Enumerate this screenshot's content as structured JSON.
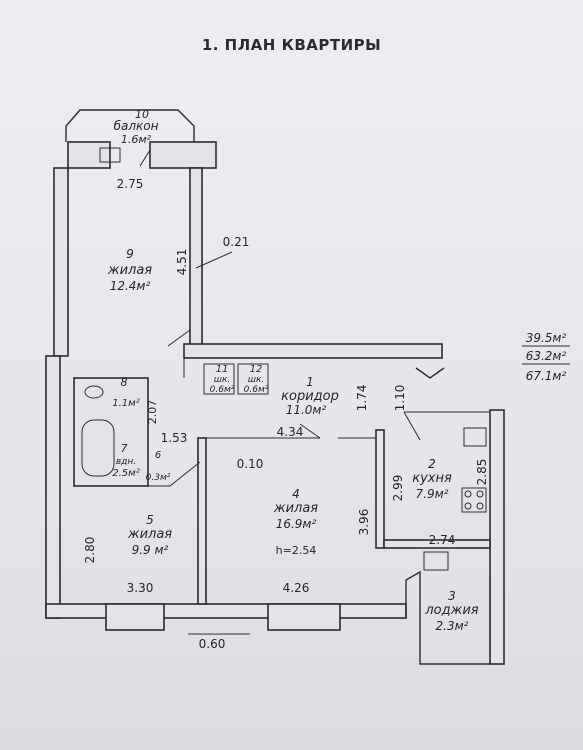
{
  "title": "1. ПЛАН КВАРТИРЫ",
  "summary": {
    "living": "39.5м²",
    "total": "63.2м²",
    "total_with_balcony": "67.1м²"
  },
  "rooms": [
    {
      "num": "10",
      "name": "балкон",
      "area": "1.6м²"
    },
    {
      "num": "9",
      "name": "жилая",
      "area": "12.4м²"
    },
    {
      "num": "8",
      "name": "",
      "area": "1.1м²"
    },
    {
      "num": "7",
      "name": "вдн.",
      "area": "2.5м²"
    },
    {
      "num": "6",
      "name": "",
      "area": "0.3м²"
    },
    {
      "num": "11",
      "name": "шк.",
      "area": "0.6м²"
    },
    {
      "num": "12",
      "name": "шк.",
      "area": "0.6м²"
    },
    {
      "num": "1",
      "name": "коридор",
      "area": "11.0м²"
    },
    {
      "num": "4",
      "name": "жилая",
      "area": "16.9м²"
    },
    {
      "num": "5",
      "name": "жилая",
      "area": "9.9 м²"
    },
    {
      "num": "2",
      "name": "кухня",
      "area": "7.9м²"
    },
    {
      "num": "3",
      "name": "лоджия",
      "area": "2.3м²"
    }
  ],
  "ceiling_height": "h=2.54",
  "dimensions": [
    "2.75",
    "4.51",
    "0.21",
    "2.07",
    "1.53",
    "4.34",
    "1.74",
    "1.10",
    "0.10",
    "2.99",
    "2.85",
    "3.96",
    "2.80",
    "2.74",
    "3.30",
    "4.26",
    "0.60"
  ]
}
